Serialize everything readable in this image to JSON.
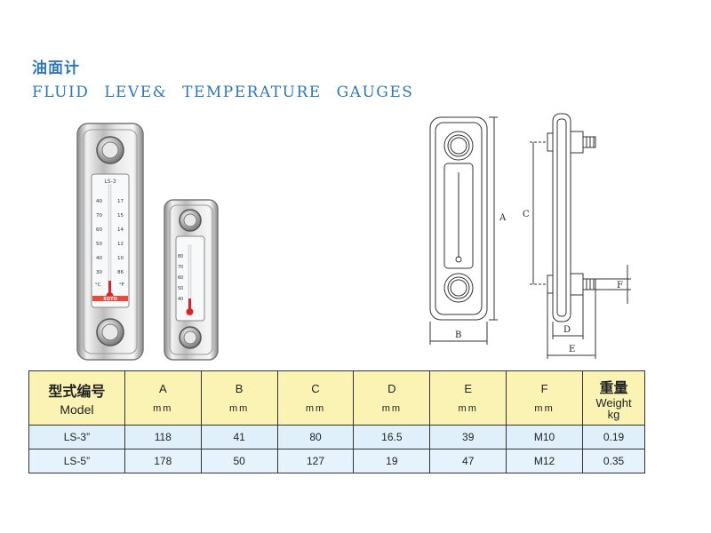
{
  "header": {
    "title_cn": "油面计",
    "title_en": "FLUID LEVE& TEMPERATURE GAUGES"
  },
  "photo": {
    "large_scale_c": [
      "40",
      "70",
      "60",
      "50",
      "40",
      "30"
    ],
    "large_scale_f": [
      "17",
      "15",
      "14",
      "12",
      "10",
      "86"
    ],
    "large_cap": "LS-3",
    "small_scale": [
      "80",
      "70",
      "60",
      "50",
      "40"
    ],
    "brand": "SOTO",
    "unit_c": "°C",
    "unit_f": "°F"
  },
  "drawing": {
    "label_a": "A",
    "label_b": "B",
    "label_c": "C",
    "label_d": "D",
    "label_e": "E",
    "label_f": "F"
  },
  "table": {
    "model_cn": "型式编号",
    "model_en": "Model",
    "columns": [
      {
        "letter": "A",
        "unit": "mm"
      },
      {
        "letter": "B",
        "unit": "mm"
      },
      {
        "letter": "C",
        "unit": "mm"
      },
      {
        "letter": "D",
        "unit": "mm"
      },
      {
        "letter": "E",
        "unit": "mm"
      },
      {
        "letter": "F",
        "unit": "mm"
      }
    ],
    "weight_cn": "重量",
    "weight_en": "Weight",
    "weight_unit": "kg",
    "rows": [
      {
        "model": "LS-3”",
        "a": "118",
        "b": "41",
        "c": "80",
        "d": "16.5",
        "e": "39",
        "f": "M10",
        "w": "0.19"
      },
      {
        "model": "LS-5”",
        "a": "178",
        "b": "50",
        "c": "127",
        "d": "19",
        "e": "47",
        "f": "M12",
        "w": "0.35"
      }
    ]
  }
}
